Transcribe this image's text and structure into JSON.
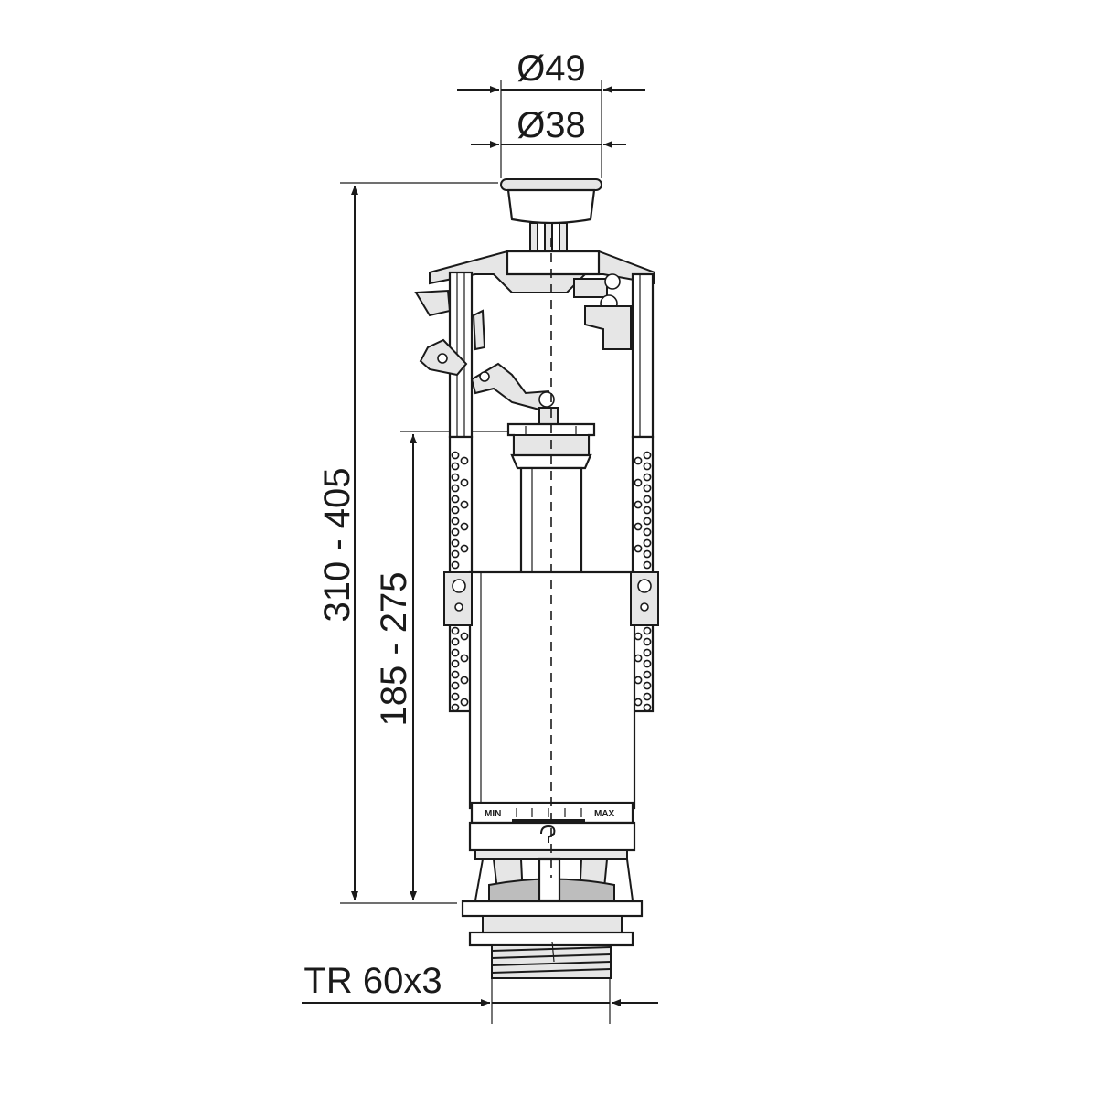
{
  "dimensions": {
    "outer_diameter": "Ø49",
    "inner_diameter": "Ø38",
    "total_height": "310 - 405",
    "overflow_height": "185 - 275",
    "thread": "TR 60x3"
  },
  "scale": {
    "min_label": "MIN",
    "max_label": "MAX"
  },
  "colors": {
    "line": "#1a1a1a",
    "fill_light": "#e6e6e6",
    "fill_dark": "#bdbdbd",
    "background": "#ffffff"
  }
}
